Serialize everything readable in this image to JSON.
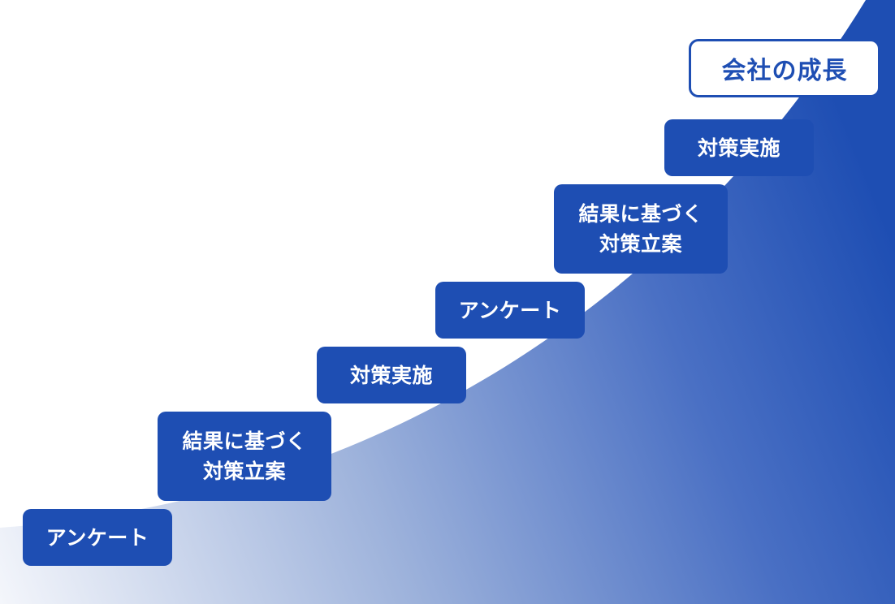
{
  "goal": {
    "label": "会社の成長"
  },
  "steps": [
    {
      "lines": [
        "アンケート"
      ]
    },
    {
      "lines": [
        "結果に基づく",
        "対策立案"
      ]
    },
    {
      "lines": [
        "対策実施"
      ]
    },
    {
      "lines": [
        "アンケート"
      ]
    },
    {
      "lines": [
        "結果に基づく",
        "対策立案"
      ]
    },
    {
      "lines": [
        "対策実施"
      ]
    }
  ],
  "colors": {
    "accent": "#1e4eb3",
    "gradient_light": "#eef2fa",
    "background": "#ffffff"
  }
}
